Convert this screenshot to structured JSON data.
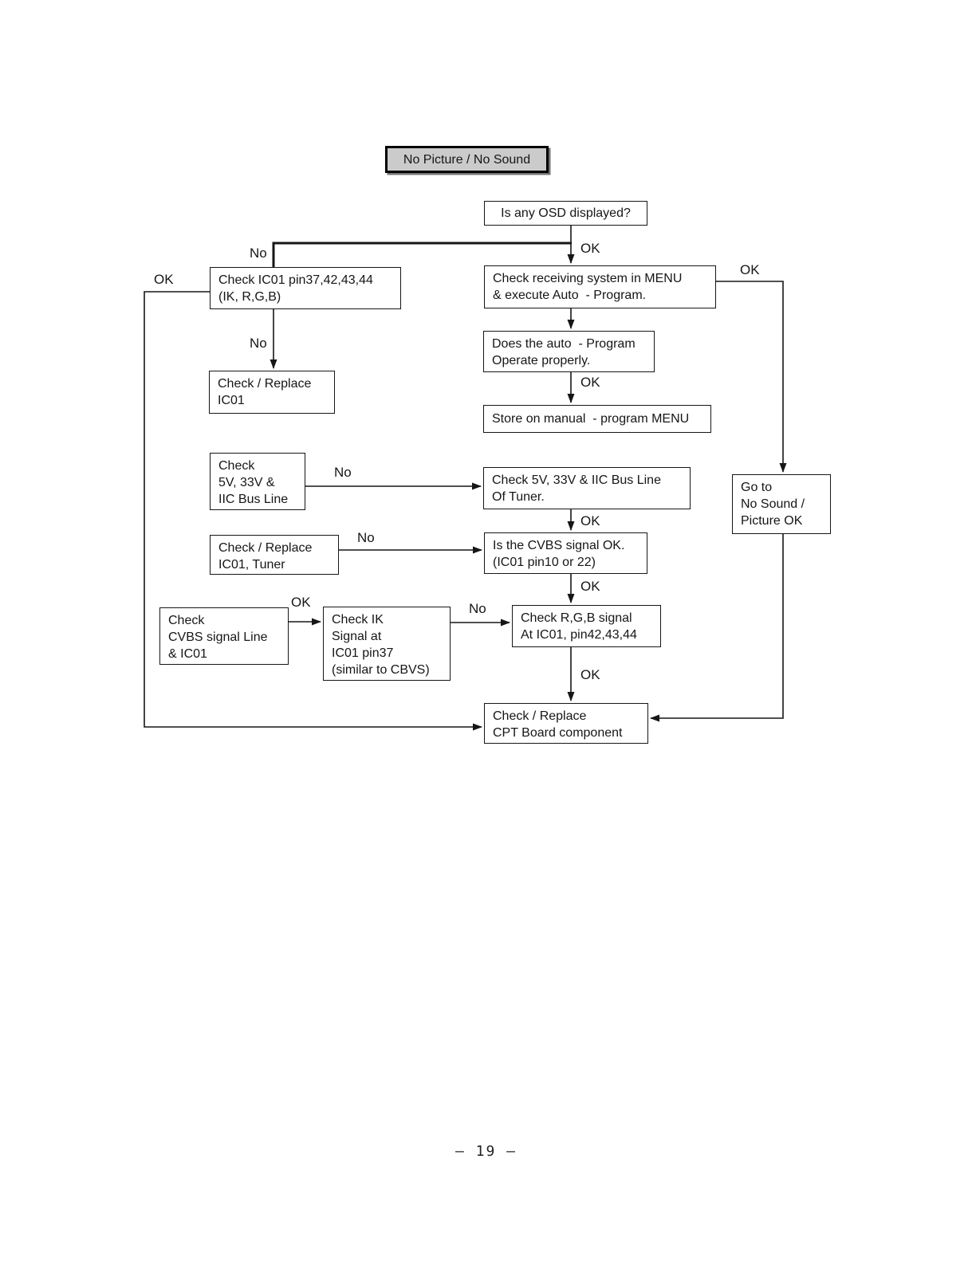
{
  "page": {
    "number": "– 19 –"
  },
  "flow": {
    "nodes": {
      "start": "No Picture / No Sound",
      "osd": "Is any OSD displayed?",
      "check_ic01": "Check IC01 pin37,42,43,44\n(IK, R,G,B)",
      "check_receiving": "Check receiving system in MENU\n& execute Auto  - Program.",
      "does_auto": "Does the auto  - Program\nOperate properly.",
      "store_manual": "Store on manual  - program MENU",
      "replace_ic01": "Check / Replace\nIC01",
      "check_5v": "Check\n5V, 33V &\nIIC Bus Line",
      "check_5v_tuner": "Check 5V, 33V & IIC Bus Line\nOf Tuner.",
      "replace_ic01_tuner": "Check / Replace\nIC01, Tuner",
      "is_cvbs": "Is the CVBS signal OK.\n(IC01 pin10 or 22)",
      "check_cvbs_line": "Check\nCVBS signal Line\n& IC01",
      "check_ik": "Check IK\nSignal at\nIC01 pin37\n(similar to CBVS)",
      "check_rgb": "Check R,G,B signal\nAt IC01, pin42,43,44",
      "replace_cpt": "Check / Replace\nCPT Board component",
      "goto_no_sound": "Go to\nNo Sound /\nPicture OK"
    },
    "labels": {
      "no_osd": "No",
      "ok_ic01": "OK",
      "no_ic01": "No",
      "ok_osd": "OK",
      "ok_receiving": "OK",
      "ok_auto": "OK",
      "no_5v": "No",
      "ok_tuner": "OK",
      "no_tuner": "No",
      "ok_cvbs": "OK",
      "ok_cvbs_line": "OK",
      "no_ik": "No",
      "ok_rgb": "OK"
    }
  }
}
